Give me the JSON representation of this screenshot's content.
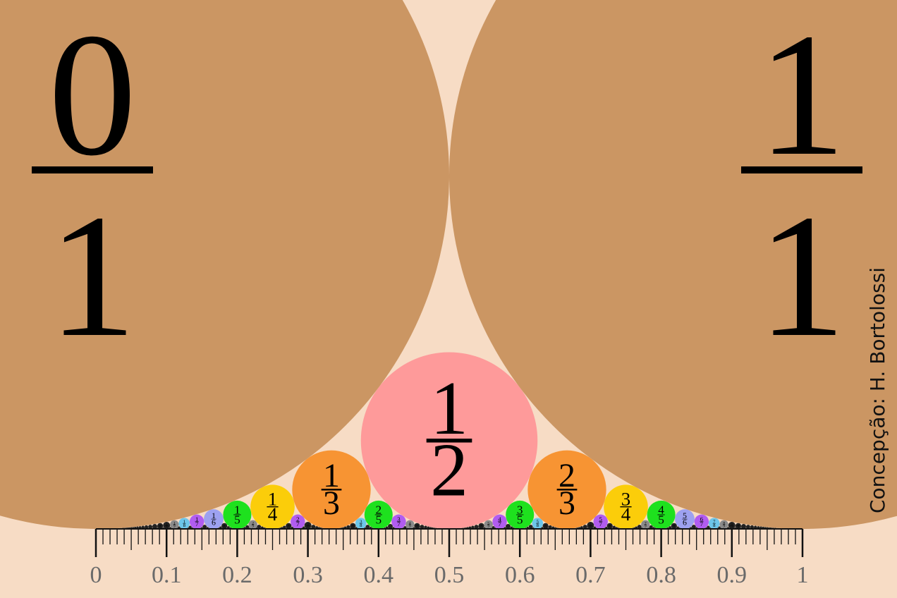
{
  "colors": {
    "background": "#f7dcc5",
    "big_circle": "#cb9663",
    "by_denominator": {
      "2": "#fe9a9a",
      "3": "#f79433",
      "4": "#fbcd0a",
      "5": "#1ee11e",
      "6": "#9da1f0",
      "7": "#b15cf0",
      "8": "#6dc6ea",
      "9": "#8a8a8a",
      "other": "#222222"
    },
    "axis": "#111111",
    "tick_label": "#6a6a6a"
  },
  "big_fractions": [
    {
      "num": "0",
      "den": "1"
    },
    {
      "num": "1",
      "den": "1"
    }
  ],
  "max_denominator": 30,
  "axis": {
    "tick_labels": [
      "0",
      "0.1",
      "0.2",
      "0.3",
      "0.4",
      "0.5",
      "0.6",
      "0.7",
      "0.8",
      "0.9",
      "1"
    ]
  },
  "credit": "Concepção: H. Bortolossi"
}
